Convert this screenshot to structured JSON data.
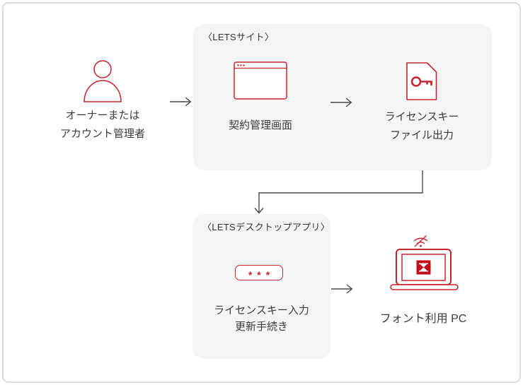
{
  "colors": {
    "accent_red": "#c5242d",
    "logo_red": "#c20d1e",
    "panel_bg": "#f4f4f5",
    "arrow_gray": "#4a4a4a",
    "text_gray": "#3b3b3b",
    "frame_border": "#dcdcdc"
  },
  "actor": {
    "line1": "オーナーまたは",
    "line2": "アカウント管理者",
    "icon": "person-icon"
  },
  "site_panel": {
    "title": "〈LETSサイト〉",
    "contract": {
      "label": "契約管理画面",
      "icon": "browser-window-icon"
    },
    "keyfile": {
      "line1": "ライセンスキー",
      "line2": "ファイル出力",
      "icon": "license-key-file-icon"
    }
  },
  "app_panel": {
    "title": "〈LETSデスクトップアプリ〉",
    "input_value": "***",
    "line1": "ライセンスキー入力",
    "line2": "更新手続き"
  },
  "pc": {
    "label": "フォント利用 PC",
    "icon": "offline-laptop-icon"
  }
}
